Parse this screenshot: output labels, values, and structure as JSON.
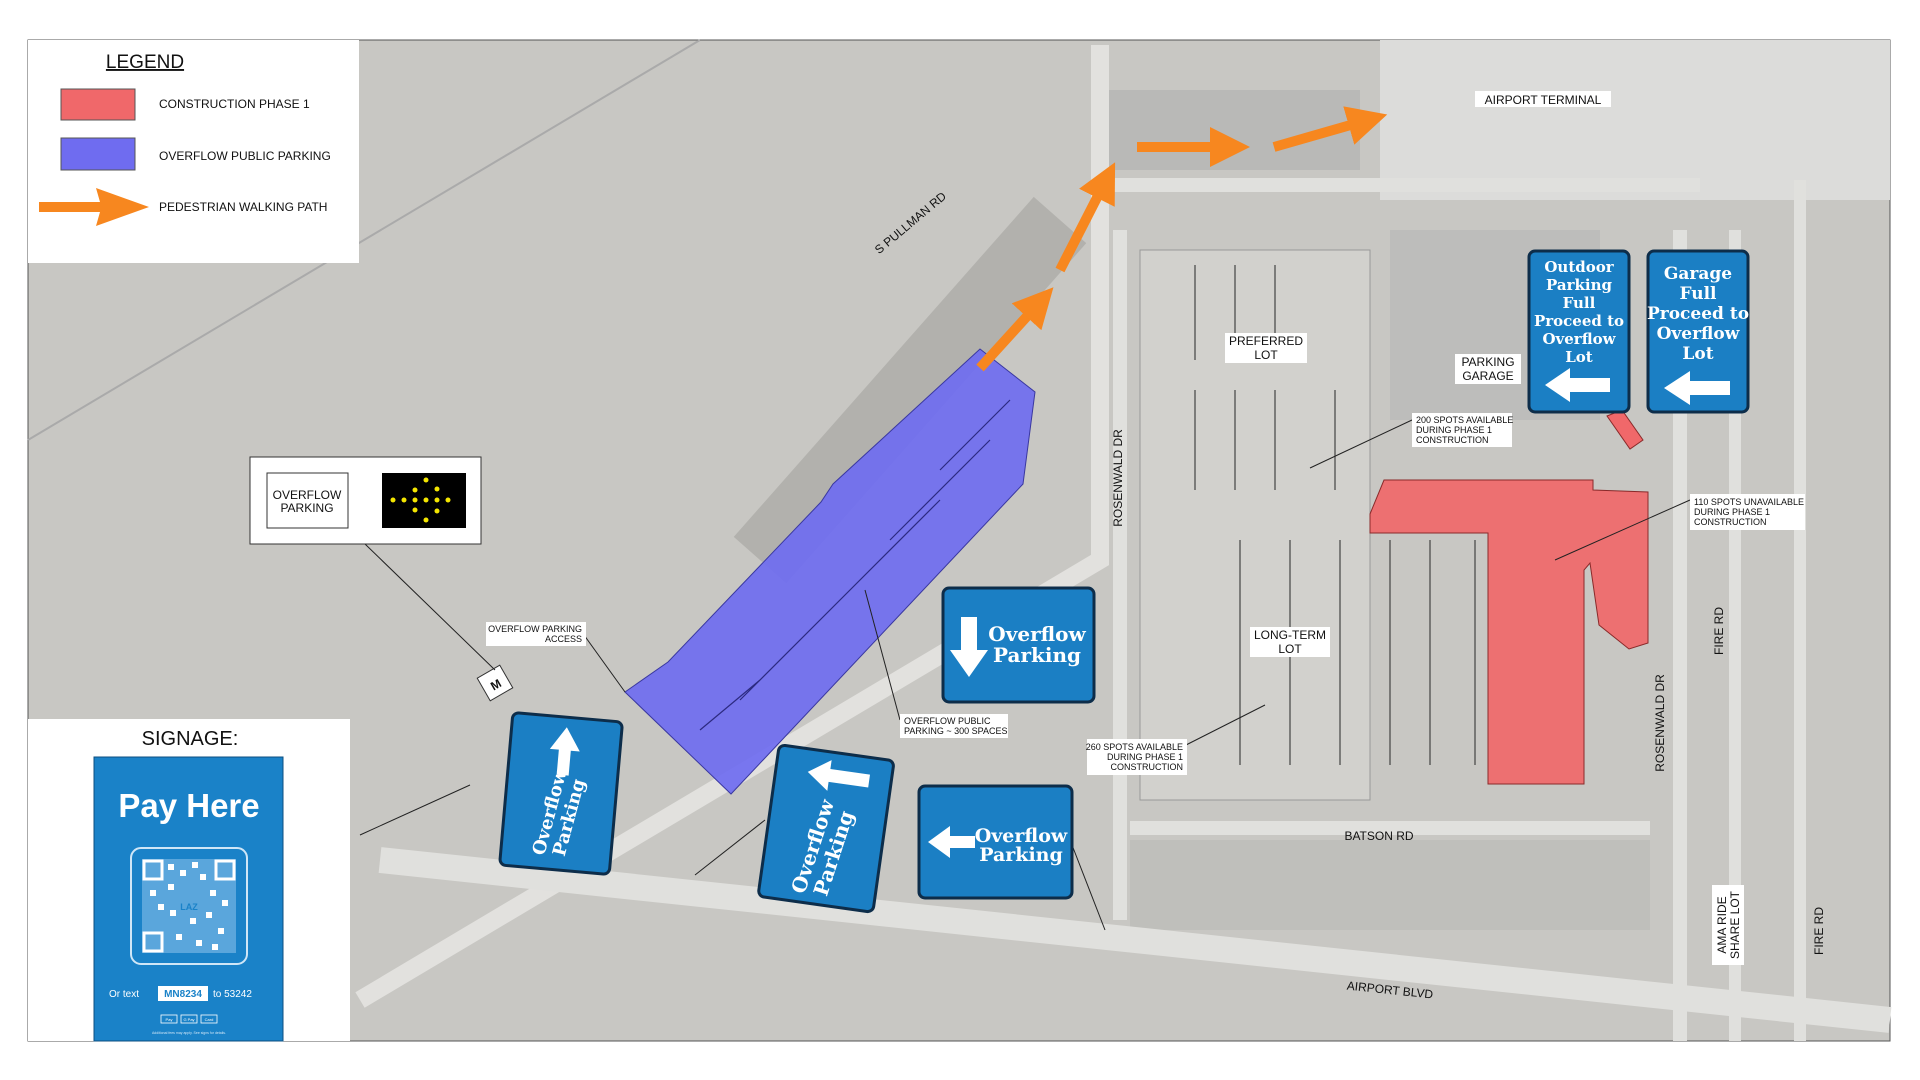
{
  "legend": {
    "title": "LEGEND",
    "items": [
      {
        "label": "CONSTRUCTION PHASE 1",
        "color": "#f0686a"
      },
      {
        "label": "OVERFLOW PUBLIC PARKING",
        "color": "#6f6cf0"
      },
      {
        "label": "PEDESTRIAN WALKING PATH",
        "color": "#f7871f"
      }
    ]
  },
  "overflow_sign": {
    "label_line1": "OVERFLOW",
    "label_line2": "PARKING",
    "arrow_color": "#f4e600"
  },
  "signage": {
    "title": "SIGNAGE:",
    "pay_here": "Pay Here",
    "qr_center": "LAZ",
    "or_text": "Or text",
    "code": "MN8234",
    "to_number": "to 53242",
    "payments": [
      "Pay",
      "G Pay",
      "Card"
    ],
    "fineprint": "Additional fees may apply. See signs for details.",
    "color": "#1a82c8"
  },
  "map_labels": {
    "airport_terminal": "AIRPORT TERMINAL",
    "preferred_lot_1": "PREFERRED",
    "preferred_lot_2": "LOT",
    "parking_garage_1": "PARKING",
    "parking_garage_2": "GARAGE",
    "long_term_1": "LONG-TERM",
    "long_term_2": "LOT",
    "batson_rd": "BATSON RD",
    "airport_blvd": "AIRPORT BLVD",
    "rosenwald_dr": "ROSENWALD DR",
    "rosenwald_dr_2": "ROSENWALD DR",
    "fire_rd": "FIRE RD",
    "fire_rd_2": "FIRE RD",
    "s_pullman_rd": "S PULLMAN RD",
    "ama_ride_1": "AMA RIDE",
    "ama_ride_2": "SHARE LOT",
    "m_marker": "M"
  },
  "callouts": {
    "garage_200": [
      "200 SPOTS AVAILABLE",
      "DURING PHASE 1",
      "CONSTRUCTION"
    ],
    "unavailable_110": [
      "110 SPOTS UNAVAILABLE",
      "DURING PHASE 1",
      "CONSTRUCTION"
    ],
    "longterm_260": [
      "260 SPOTS AVAILABLE",
      "DURING PHASE 1",
      "CONSTRUCTION"
    ],
    "overflow_access": [
      "OVERFLOW PARKING",
      "ACCESS"
    ],
    "overflow_public": [
      "OVERFLOW PUBLIC",
      "PARKING ~ 300 SPACES"
    ]
  },
  "signs": {
    "outdoor_full": [
      "Outdoor",
      "Parking",
      "Full",
      "Proceed to",
      "Overflow",
      "Lot"
    ],
    "garage_full": [
      "Garage",
      "Full",
      "Proceed to",
      "Overflow",
      "Lot"
    ],
    "overflow_1": "Overflow",
    "overflow_2": "Parking",
    "sign_color": "#1b7fc4"
  }
}
